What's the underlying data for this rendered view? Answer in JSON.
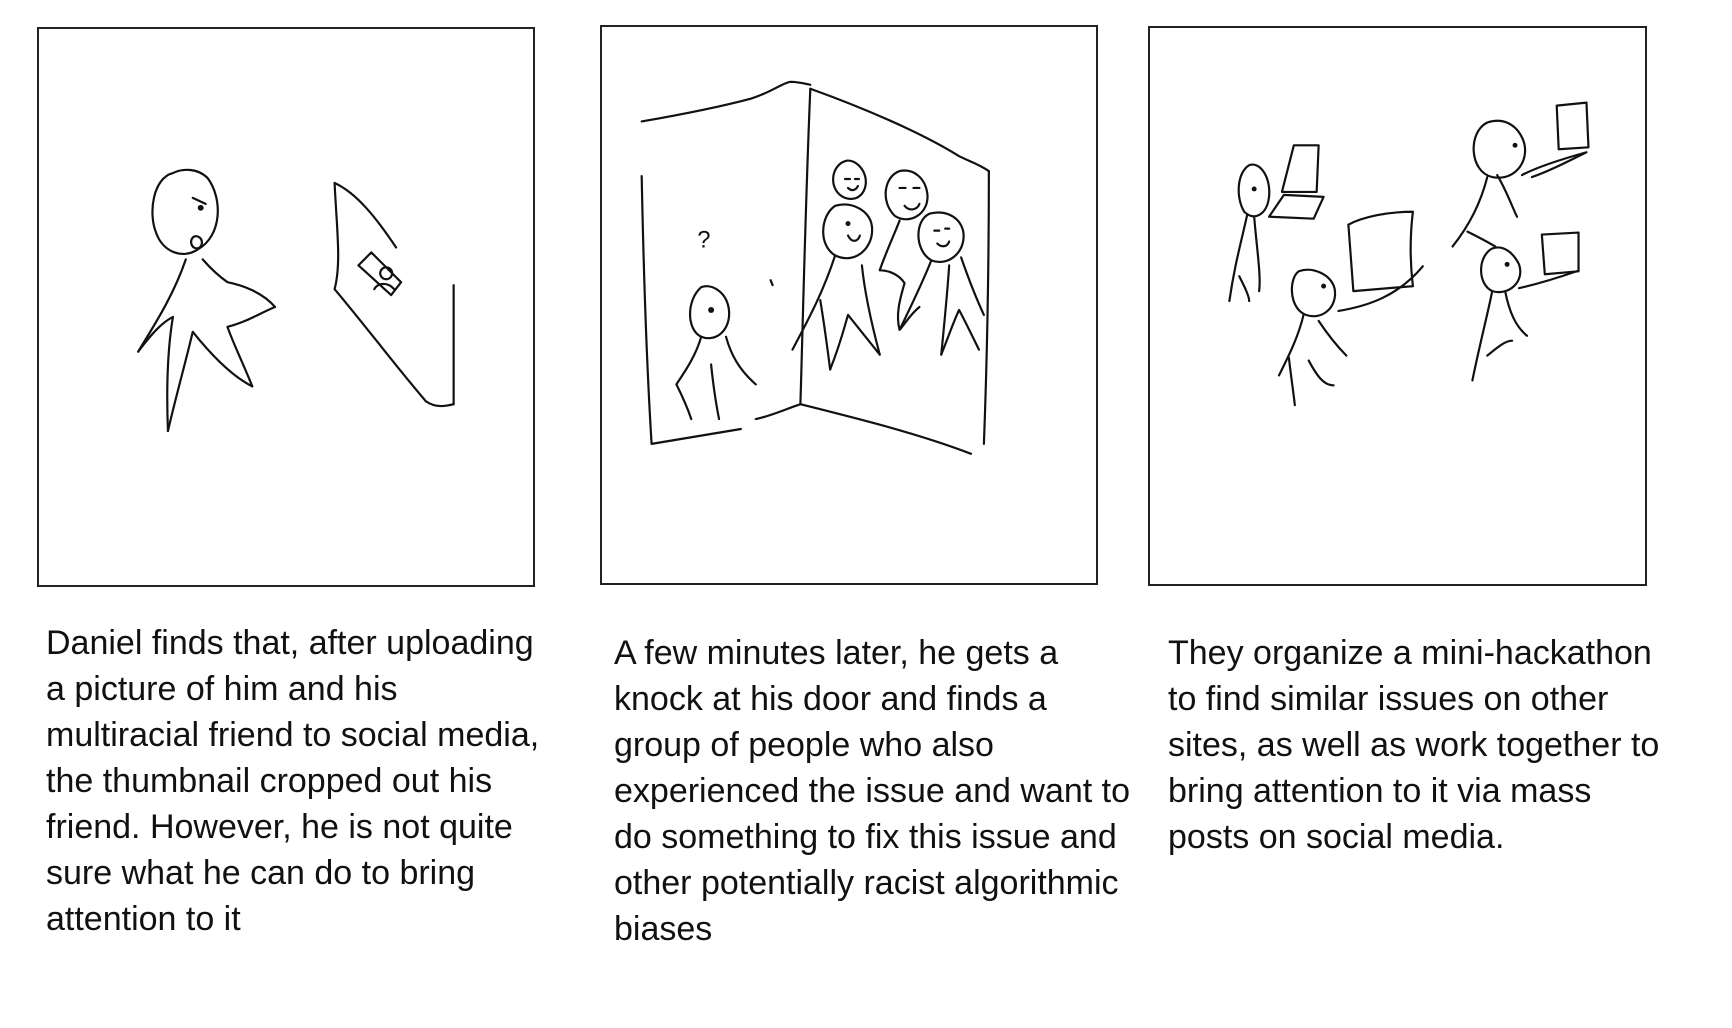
{
  "panels": [
    {
      "caption": "Daniel finds that, after uploading a picture of him and his multiracial friend to social media, the thumbnail cropped out his friend. However, he is not quite sure what he can do to bring attention to it"
    },
    {
      "caption": "A few minutes later, he gets a knock at his door and finds a group of people who also experienced the issue and want to do something to fix this issue and other potentially racist algorithmic biases",
      "sketch_text": "?"
    },
    {
      "caption": "They organize a mini-hackathon to find similar issues on other sites, as well as work together to bring attention to it via mass posts on social media."
    }
  ]
}
